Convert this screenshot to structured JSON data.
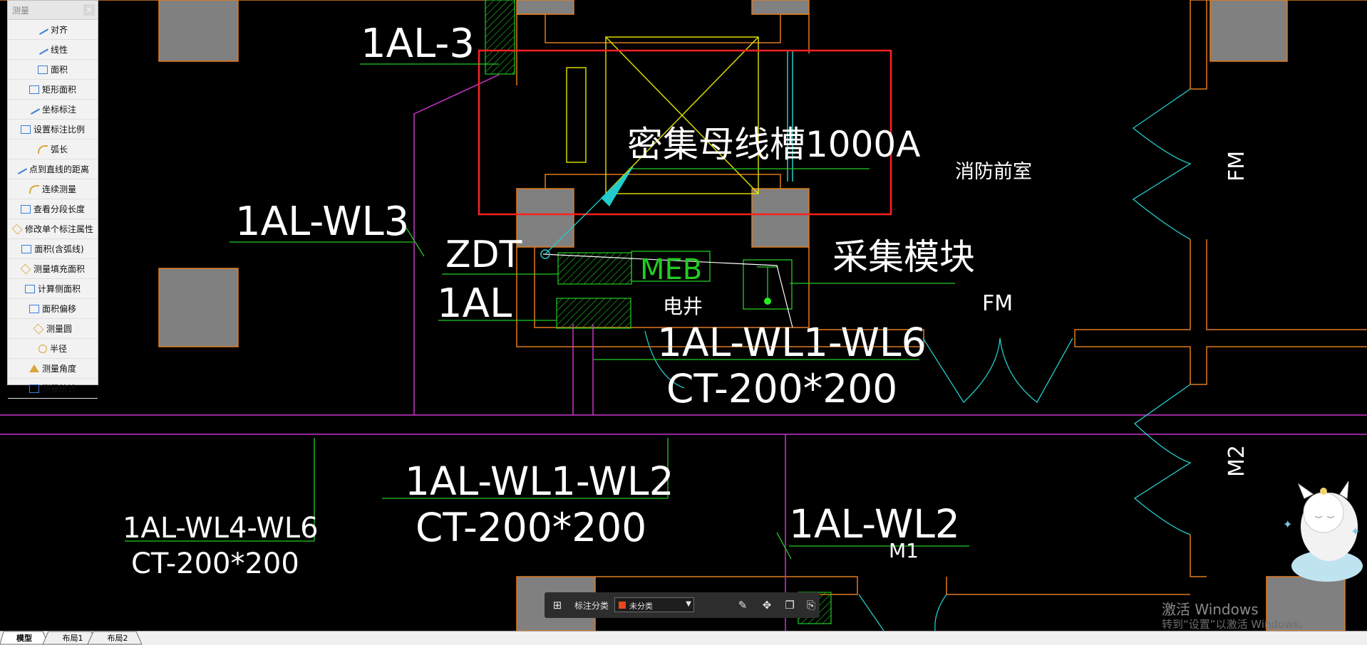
{
  "panel": {
    "title": "测量",
    "close_label": "×",
    "items": [
      {
        "label": "对齐",
        "icon": "aligned-dimension-icon"
      },
      {
        "label": "线性",
        "icon": "linear-dimension-icon"
      },
      {
        "label": "面积",
        "icon": "area-icon"
      },
      {
        "label": "矩形面积",
        "icon": "rect-area-icon"
      },
      {
        "label": "坐标标注",
        "icon": "coordinate-icon"
      },
      {
        "label": "设置标注比例",
        "icon": "scale-icon"
      },
      {
        "label": "弧长",
        "icon": "arc-length-icon"
      },
      {
        "label": "点到直线的距离",
        "icon": "point-line-distance-icon"
      },
      {
        "label": "连续测量",
        "icon": "continuous-measure-icon"
      },
      {
        "label": "查看分段长度",
        "icon": "segment-length-icon"
      },
      {
        "label": "修改单个标注属性",
        "icon": "edit-dimension-icon"
      },
      {
        "label": "面积(含弧线)",
        "icon": "arc-area-icon"
      },
      {
        "label": "测量填充面积",
        "icon": "hatch-area-icon"
      },
      {
        "label": "计算侧面积",
        "icon": "side-area-icon"
      },
      {
        "label": "面积偏移",
        "icon": "area-offset-icon"
      },
      {
        "label": "测量圆",
        "icon": "circle-measure-icon"
      },
      {
        "label": "半径",
        "icon": "radius-icon"
      },
      {
        "label": "测量角度",
        "icon": "angle-icon"
      },
      {
        "label": "测量统计",
        "icon": "statistics-icon"
      }
    ]
  },
  "drawing": {
    "labels": {
      "al3": "1AL-3",
      "wl3": "1AL-WL3",
      "busway": "密集母线槽1000A",
      "fire_lobby": "消防前室",
      "fm_right": "FM",
      "zdt": "ZDT",
      "meb": "MEB",
      "collector": "采集模块",
      "al": "1AL",
      "shaft": "电井",
      "fm_mid": "FM",
      "wl1_wl6": "1AL-WL1-WL6",
      "ct_mid": "CT-200*200",
      "m2": "M2",
      "wl1_wl2": "1AL-WL1-WL2",
      "ct_center": "CT-200*200",
      "wl4_wl6": "1AL-WL4-WL6",
      "ct_left": "CT-200*200",
      "wl2": "1AL-WL2",
      "m1": "M1"
    },
    "colors": {
      "background": "#000000",
      "wall": "#e07b1f",
      "column_fill": "#808080",
      "cable": "#cc33cc",
      "leader": "#22cc22",
      "text": "#ffffff",
      "highlight_box": "#ff2020",
      "busway": "#e6e600",
      "door": "#22cccc"
    }
  },
  "annotation_bar": {
    "grid_icon": "grid-icon",
    "category_label": "标注分类",
    "category_value": "未分类",
    "category_color": "#e8461c",
    "dropdown_icon": "▼",
    "buttons": [
      "edit-icon",
      "move-icon",
      "copy-icon",
      "paste-icon"
    ]
  },
  "tabs": [
    "模型",
    "布局1",
    "布局2"
  ],
  "watermark": {
    "line1": "激活 Windows",
    "line2": "转到“设置”以激活 Windows。"
  }
}
